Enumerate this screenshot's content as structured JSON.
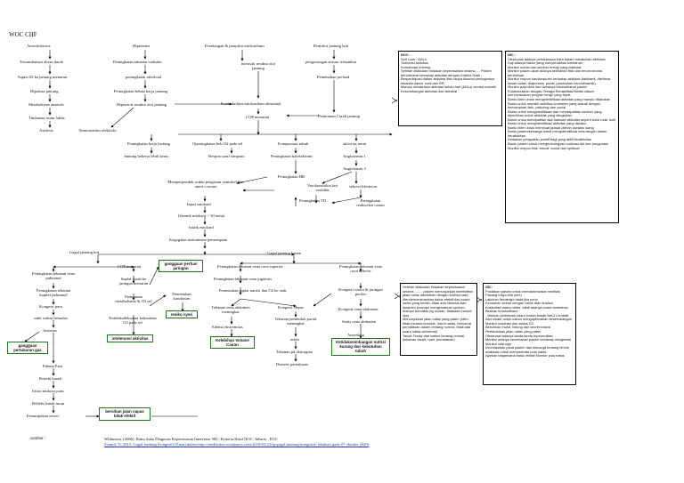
{
  "title": "WOC CHF",
  "nodes": {
    "aterosklerosis": "Aterosklerosis",
    "tersumbat": "Tersumbatnya aliran darah",
    "suplai_o2": "Suplai 02 ke jantung menurun",
    "hipoksia": "Hipoksia jantung",
    "metabolisme": "Metabolisme anaerob",
    "timbunan": "Timbunan asam laktat",
    "asidosis": "Asidosis",
    "hipertensi": "Hipertensi",
    "peningkatan_tahanan": "Peningkatan tahanan vaskuler",
    "peningkatan_afterload": "peningkatan afterload",
    "peningkatan_beban": "Peningkatan beban kerja jantung",
    "hipertrofi": "Hipertrofi serabut otot jantung",
    "abnormalitas": "Abnormalitas elektrolit",
    "peradangan": "Peradangan & penyakit miokardium",
    "merusak": "merusak serabut otot jantung",
    "kontraktilitas": "Kontraktilitas miokardium abnormal",
    "cop_menurun": "COP menurun",
    "penyakit_lain": "Penyakit jantung lain",
    "pengosongan": "pengosongan atrium terhambat",
    "pemenuhan_preload": "Pemenuhan preload",
    "penurunan_curah": "Penurunan Curah jantung",
    "peningkatan_kerja": "Peningkatan kerja jantung",
    "jantung_bekerja": "Jantung bekerja lebih keras",
    "openingkatan": "Openingkatan keb O2 pada sel",
    "respon_saraf": "Respon saraf simpatis",
    "kompensasi": "Kompensasi tubuh",
    "peningkatan_katekolamin": "Peningkatan katekolamin",
    "aktivitas_renin": "aktivitas renin",
    "angiotensin1": "Angiotensin 1",
    "angiotensin2": "Angiotensin 2",
    "peningkatan_hr": "Peningkatan HR",
    "vasokonstriksi": "Vasokonstriksi last vaskuler",
    "peningkatan_td": "Peningkatan TD",
    "sekresi": "sekresi Idosteron",
    "peningkatan_cairan": "Peningkatan reabsorbsi cairan",
    "memperpendek": "Memperpendek waktu pengisian ventrikel dan arteri coroner",
    "injuri": "Injuri miokard",
    "iskemik": "Iskemik miokard > 30 menit",
    "infark": "Infark miokard",
    "kegagalan": "Kegagalan mekanisme pemompaan",
    "gagal_kiri": "Gagal jantung kiri",
    "gagal_kanan": "Gagal jantung kanan",
    "tekanan_vena_pulmonal": "Peningkatan tekanan vena pulmonal",
    "tekanan_kapiler": "Peningkatan tekanan kapiler pulmonal",
    "kongesti_paru": "Kongesti paru",
    "sakit_bernafas": "sakit waktu bernafas",
    "ansietas": "Ansietas",
    "edema_paru": "Edema Paru",
    "ronchi": "Ronchi basah",
    "iritasi": "Iritasi mukosa paru",
    "refleks": "Refleks batuk turun",
    "penumpukan": "Penumpukan secret",
    "cop_menurun2": "COP menurun",
    "suplai_darah": "Suplai darah ke jaringan menurun",
    "penurunan_metabolisme": "Penurunan metabolisme & O2 sel",
    "kurang_nutrisi": "Ketidakadekuatan kebutuhan O2 pada sel",
    "pemenuhan_kondorum": "Pemenuhan kondorum",
    "tekanan_vena_perifer": "Peningkatan tekanan vena cava superior",
    "tekanan_vena_jugularis": "Peningkatan tekanan vena jugularis",
    "pemenuhan_kapiler": "Pemenuhan suplai nutrisi dan O2 ke otak",
    "kongesti_hepar": "Kongesti Hepar",
    "tekanan_pembuluh": "Tekanan pembuluh portal meningkat",
    "asites": "asites",
    "tekanan_diafragma": "Tekanan pd diafragma",
    "distress": "Distress pernafasan",
    "tekanan_abdomen": "Tekanan vena abdomen meningkat",
    "edema_ekstremitas": "Edema ekstremitas",
    "tekanan_vena_cava": "Peningkatan tekanan vena cava inferior",
    "kongesti_visera": "Kongesti visera & jaringan perifer",
    "kongesti_abdomen": "Kongesti vena abdomen",
    "statis_vena": "Statis vena abdomen",
    "anoreksia": "Anoreksia"
  },
  "diagnoses": {
    "perfusi": "gangguan perfusi jaringan",
    "nyeri": "resiko nyeri",
    "gangguan_pertukaran": "gangguan pertukaran gas",
    "intoleransi": "intoleransi aktivitas",
    "kelebihan_volume": "Kelebihan Volume Cairan",
    "ketidakseimbangan": "Ketidakseimbangan nutrisi kurang dari kebutuhan tubuh",
    "bersihan_jalan": "bersihan jalan napas tidak efektif"
  },
  "notes": {
    "noc1": {
      "title": "NOC :",
      "lines": [
        "Self Care : ADLs",
        "Toleransi aktivitas",
        "Konservasi eneergi",
        "Setelah dilakukan tindakan keperawatan selama .... Pasien bertoleransi terhadap aktivitas dengan Kriteria Hasil :",
        "Berpartisipasi dalam aktivitas fisik tanpa disertai peningkatan tekanan darah, nadi dan RR",
        "Mampu melakukan aktivitas sehari hari (ADLs) secara mandiri",
        "Keseimbangan aktivitas dan istirahat"
      ]
    },
    "nic1": {
      "title": "NIC :",
      "lines": [
        "Observasi adanya pembatasan klien dalam melakukan aktivitas",
        "Kaji adanya faktor yang menyebabkan kelelahan",
        "Monitor nutrisi dan sumber energi yang adekuat",
        "Monitor pasien akan adanya kelelahan fisik dan emosi secara berlebihan",
        "Monitor respon kardivaskuler terhadap aktivitas (takikardi, disritmia, sesak nafas, diaporesis, pucat, perubahan hemodinamik)",
        "Monitor pola tidur dan lamanya tidur/istirahat pasien",
        "Kolaborasikan dengan Tenaga Rehabilitasi Medik dalam merencanakan progran terapi yang tepat.",
        "Bantu klien untuk mengidentifikasi aktivitas yang mampu dilakukan",
        "Bantu untuk memilih aktivitas konsisten yang sesuai dengan kemampuan fisik, psikologi dan social",
        "Bantu untuk mengidentifikasi dan mendapatkan sumber yang diperlukan untuk aktivitas yang diinginkan",
        "Bantu untuk mendpatkan alat bantuan aktivitas seperti kursi roda, krek",
        "Bantu untuk mengidentifikasi aktivitas yang disukai",
        "Bantu klien untuk membuat jadwal latihan diwaktu luang",
        "Bantu pasien/keluarga untuk mengidentifikasi kekurangan dalam beraktivitas",
        "Sediakan penguatan positif bagi yang aktif beraktivitas",
        "Bantu pasien untuk mengembangkan motivasi diri dan penguatan",
        "Monitor respon fisik, emosi, social dan spiritual"
      ]
    },
    "noc2": {
      "title": "",
      "lines": [
        "Setelah dilakukan tindakan keperawatan selama ........ pasien menunjukkan keefektifan jalan nafas dibuktikan dengan kriteria hasil :",
        "Mendemonstrasikan batuk efektif dan suara nafas yang bersih, tidak ada sianosis dan dyspneu (mampu mengeluarkan sputum, mampu bernafas dg mudah, tidakada pursed lips)",
        "Menunjukkan jalan nafas yang paten (klien tidak merasa tercekik, irama nafas, frekuensi pernafasan dalam rentang normal, tidak ada suara nafas abnormal)",
        "Tanda Tanda vital dalam rentang normal (tekanan darah, nadi, pernafasan)"
      ]
    },
    "nic2": {
      "title": "NIC:",
      "lines": [
        "Posisikan pasien untuk memaksimalkan ventilasi",
        "Pasang mayo bila perlu",
        "Lakukan fisioterapi dada jika perlu",
        "Keluarkan sekret dengan batuk atau suction",
        "Auskultasi suara nafas, catat adanya suara tambahan",
        "Berikan bronkodilator :",
        "- Berikan pelembab udara Kassa basah NaCl Lembab",
        "Atur intake untuk cairan mengoptimalkan keseimbangan.",
        "Monitor respirasi dan status O2",
        "Bersihkan mulut, hidung dan secret trakea",
        "Pertahankan jalan nafas yang paten",
        "Observasi adanya tanda tanda hipoventilasi",
        "Monitor adanya kecemasan pasien terhadap oksigenasi",
        "Monitor vital sign",
        "Informasikan pada pasien dan keluarga tentang tehnik relaksasi untuk memperbaiki pola nafas.",
        "Ajarkan bagaimana batuk efektif Monitor pola nafas"
      ]
    }
  },
  "source": {
    "label": "sumber :",
    "line1": "Wilkinson. (2006). Buku Saku Diagnosa Keperawatan Intervensi NIC, Kriteria Hasil NOC. Jakarta : EGC",
    "line2": "Syamil, N. 2010. Gagal Jantung Kongestif (Email.dalam:http://medikaliar.wordpress.com/2010/03/22/lp-gagal-jantung-kongestif/ (diakses pada 07 oktober 2010)"
  }
}
